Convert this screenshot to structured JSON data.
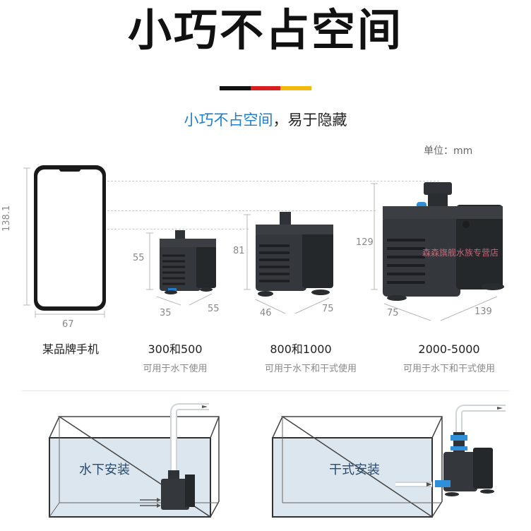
{
  "header": {
    "headline": "小巧不占空间",
    "subtitle_highlight": "小巧不占空间",
    "subtitle_rest": "，易于隐藏",
    "flag_colors": [
      "#111111",
      "#d81e1e",
      "#f2b90c"
    ]
  },
  "unit_label": "单位：mm",
  "phone": {
    "height_label": "138.1",
    "width_label": "67",
    "name": "某品牌手机"
  },
  "pumps": [
    {
      "height": "55",
      "width": "35",
      "depth": "55",
      "model": "300和500",
      "usage": "可用于水下使用"
    },
    {
      "height": "81",
      "width": "46",
      "depth": "75",
      "model": "800和1000",
      "usage": "可用于水下和干式使用"
    },
    {
      "height": "129",
      "width": "75",
      "depth": "139",
      "model": "2000-5000",
      "usage": "可用于水下和干式使用"
    }
  ],
  "watermark": "森森旗舰水族专营店",
  "installs": {
    "underwater_label": "水下安装",
    "dry_label": "干式安装"
  },
  "colors": {
    "accent_blue": "#1e7fd0",
    "water": "#dbe6ef",
    "pump_body": "#2f3337"
  }
}
